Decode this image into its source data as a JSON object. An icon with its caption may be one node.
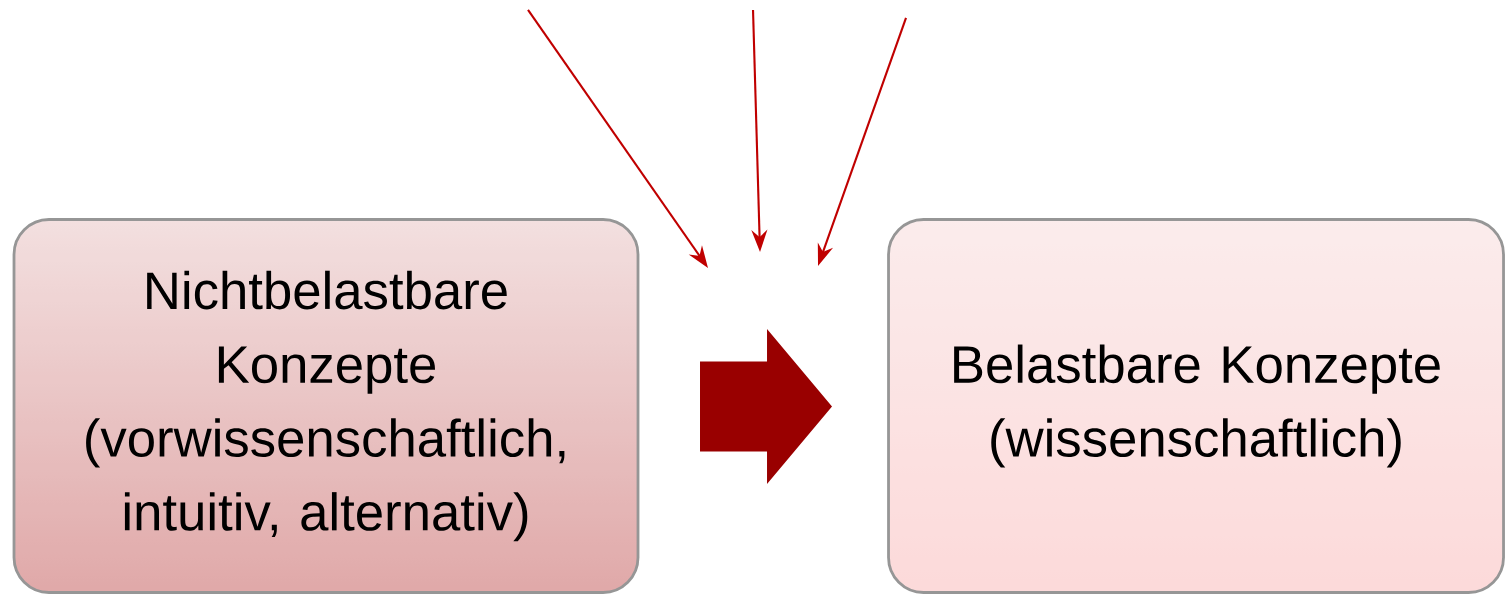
{
  "diagram": {
    "nodes": [
      {
        "text": [
          "Nichtbelastbare Konzepte (vorwissenschaftlich, intuitiv, alternativ)"
        ]
      },
      {
        "text": [
          "Belastbare Konzepte (wissenschaftlich)"
        ]
      },
      {
        "text": [],
        "shape": "arrow"
      }
    ],
    "edges": []
  }
}
